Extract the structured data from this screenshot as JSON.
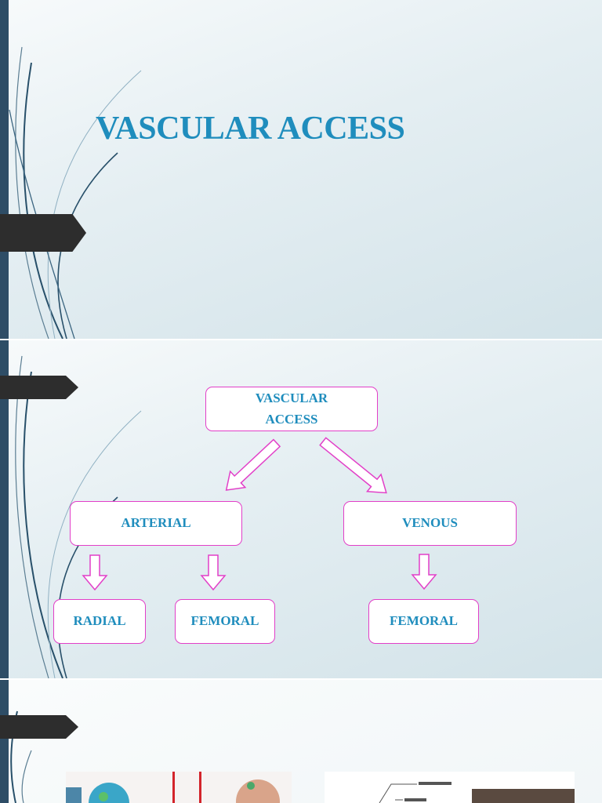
{
  "slides": [
    {
      "title": "VASCULAR ACCESS"
    },
    {
      "diagram": {
        "root": {
          "line1": "VASCULAR",
          "line2": "ACCESS"
        },
        "arterial": "ARTERIAL",
        "venous": "VENOUS",
        "radial": "RADIAL",
        "arterial_femoral": "FEMORAL",
        "venous_femoral": "FEMORAL"
      }
    },
    {
      "images": [
        "clinical-photo-left",
        "anatomy-diagram-right"
      ]
    }
  ],
  "colors": {
    "title_blue": "#1f8dbd",
    "box_border_magenta": "#e23fc8",
    "edge_bar": "#2e4d66",
    "tab_marker": "#2d2d2d"
  }
}
